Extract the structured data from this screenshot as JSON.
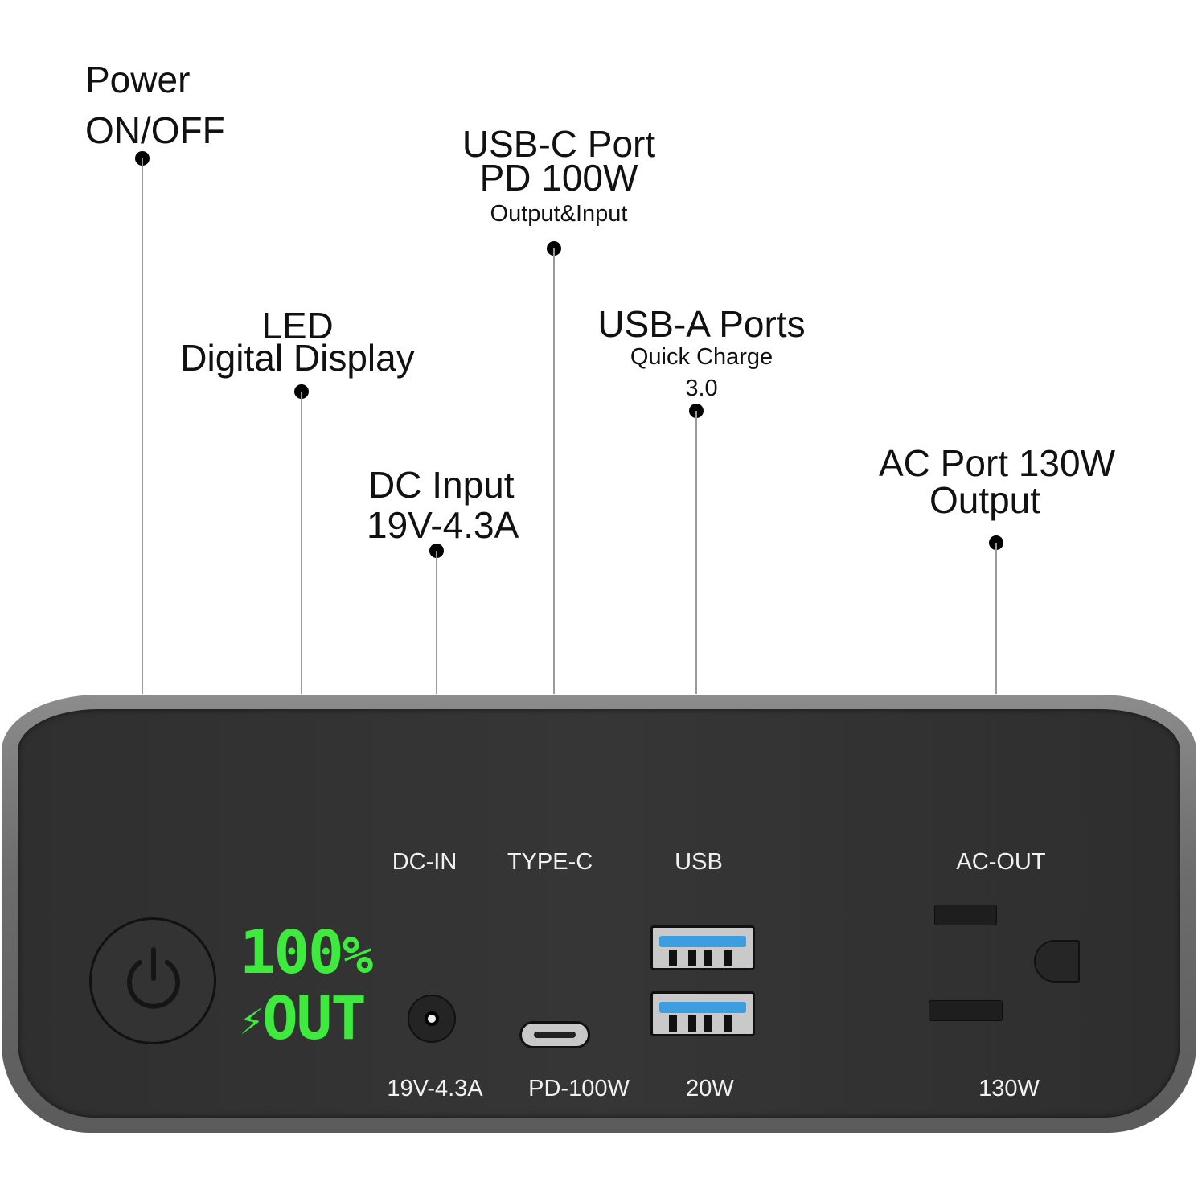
{
  "callouts": {
    "power": {
      "line1": "Power",
      "line2": "ON/OFF"
    },
    "led": {
      "line1": "LED",
      "line2": "Digital Display"
    },
    "dc_input": {
      "line1": "DC Input",
      "line2": "19V-4.3A"
    },
    "usb_c": {
      "line1": "USB-C Port",
      "line2": "PD 100W",
      "line3": "Output&Input"
    },
    "usb_a": {
      "line1": "USB-A Ports",
      "line2": "Quick Charge",
      "line3": "3.0"
    },
    "ac": {
      "line1": "AC Port 130W",
      "line2": "Output"
    }
  },
  "device": {
    "display": {
      "percent": "100",
      "percent_sign": "%",
      "status": "OUT",
      "bolt": "⚡"
    },
    "ports": {
      "dc_in": {
        "label": "DC-IN",
        "spec": "19V-4.3A"
      },
      "type_c": {
        "label": "TYPE-C",
        "spec": "PD-100W"
      },
      "usb": {
        "label": "USB",
        "spec": "20W"
      },
      "ac_out": {
        "label": "AC-OUT",
        "spec": "130W"
      }
    }
  },
  "colors": {
    "lcd_green": "#3dea3d",
    "usb_blue": "#3c9de0",
    "face": "#333333"
  }
}
